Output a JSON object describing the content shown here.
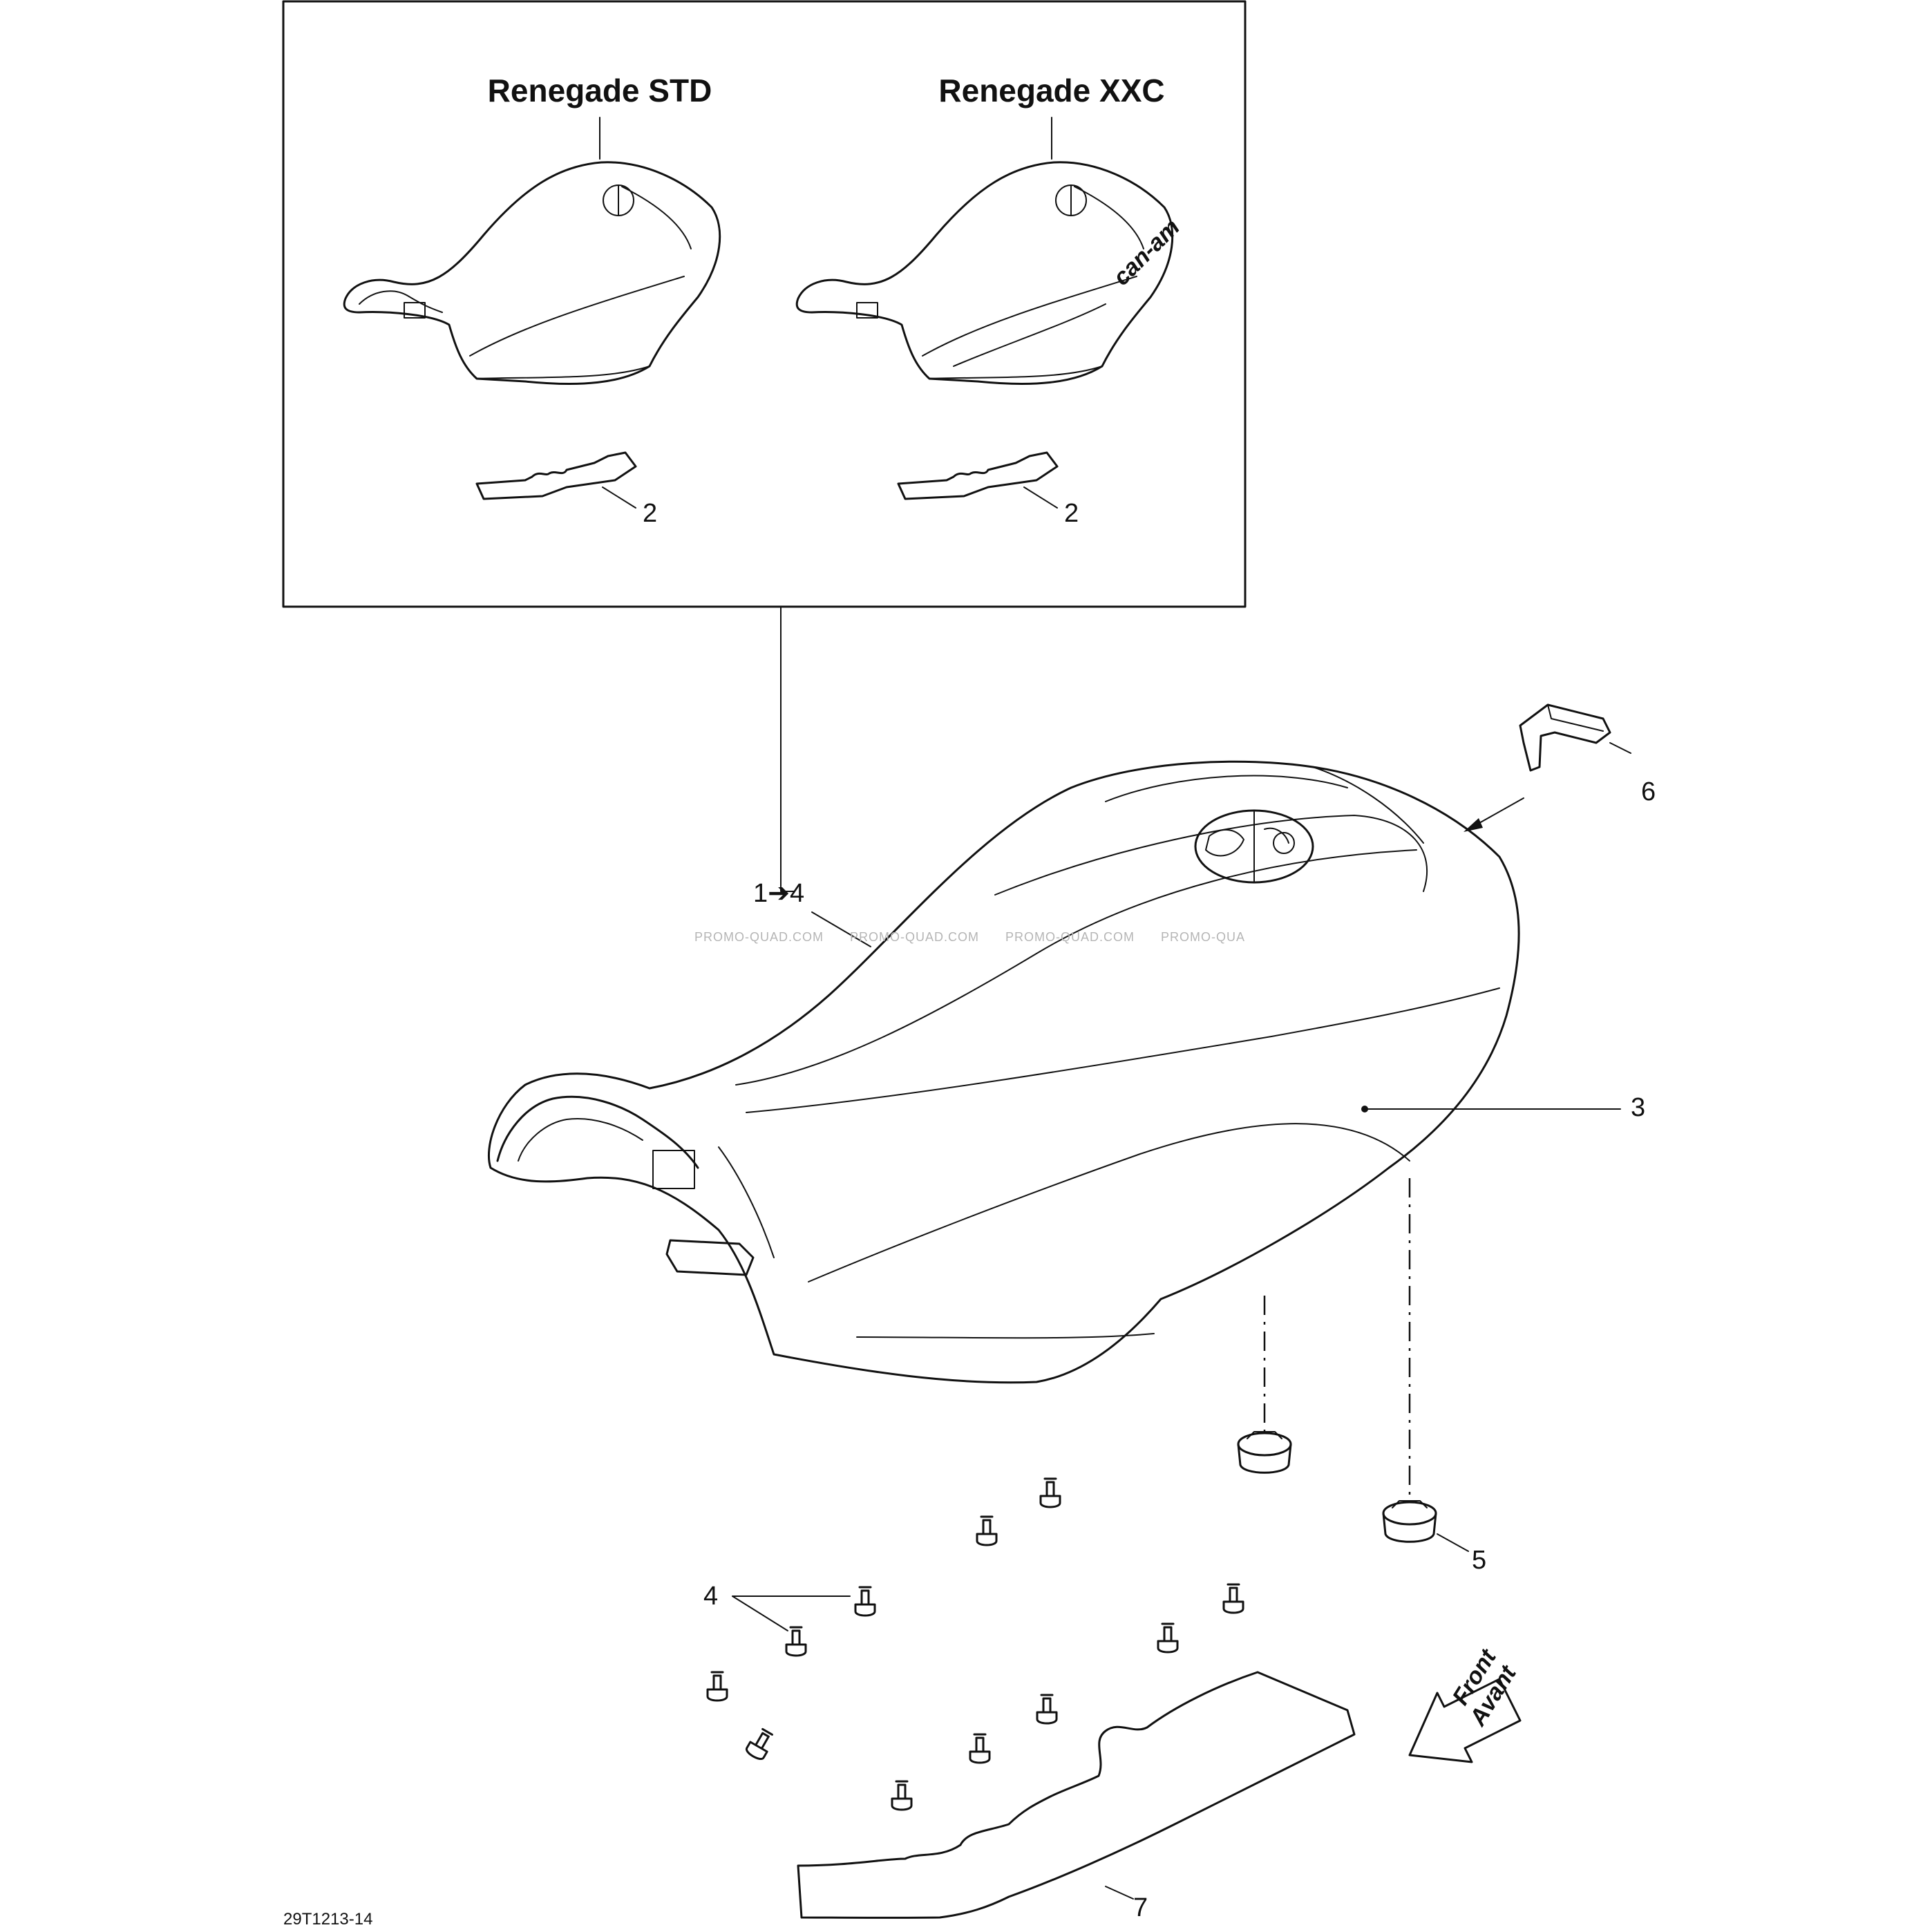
{
  "variants": [
    {
      "title": "Renegade STD",
      "callout": "2"
    },
    {
      "title": "Renegade XXC",
      "callout": "2"
    }
  ],
  "callouts": {
    "seat_range": "1➔4",
    "part_3": "3",
    "part_4": "4",
    "part_5": "5",
    "part_6": "6",
    "part_7": "7"
  },
  "front_arrow": {
    "line1": "Front",
    "line2": "Avant"
  },
  "watermark": [
    "PROMO-QUAD.COM",
    "PROMO-QUAD.COM",
    "PROMO-QUAD.COM",
    "PROMO-QUA"
  ],
  "drawing_code": "29T1213-14",
  "logo_text": "can-am"
}
